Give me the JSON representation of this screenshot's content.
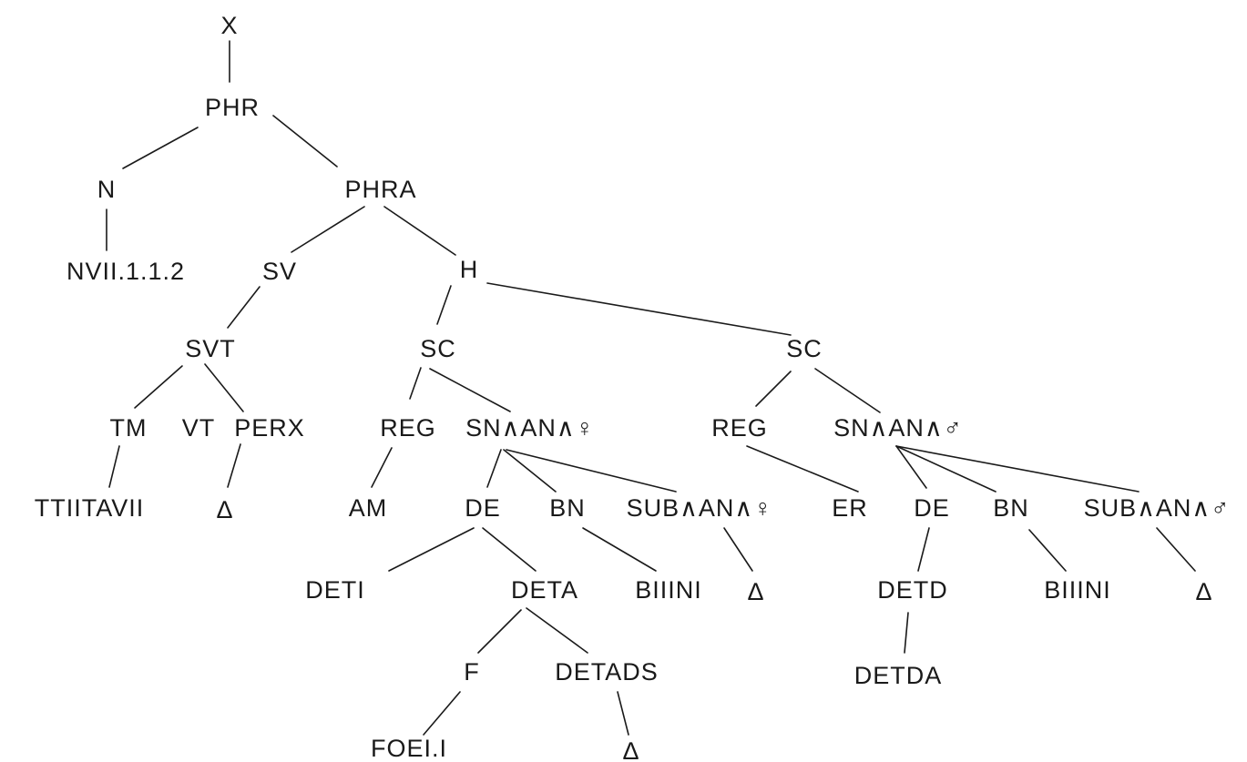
{
  "tree": {
    "x": "X",
    "phr": "PHR",
    "n": "N",
    "phra": "PHRA",
    "nvii": "NVII.1.1.2",
    "sv": "SV",
    "h": "H",
    "svt": "SVT",
    "sc_left": "SC",
    "sc_right": "SC",
    "tm": "TM",
    "vt": "VT",
    "perx": "PERX",
    "reg_left": "REG",
    "snan_female": "SN∧AN∧♀",
    "reg_right": "REG",
    "snan_male": "SN∧AN∧♂",
    "ttiitavii": "TTIITAVII",
    "delta_perx": "∆",
    "am": "AM",
    "de_left": "DE",
    "bn_left": "BN",
    "suban_female": "SUB∧AN∧♀",
    "er": "ER",
    "de_right": "DE",
    "bn_right": "BN",
    "suban_male": "SUB∧AN∧♂",
    "deti": "DETI",
    "deta": "DETA",
    "biiini_left": "BIIINI",
    "delta_suban_female": "∆",
    "detd": "DETD",
    "biiini_right": "BIIINI",
    "delta_suban_male": "∆",
    "f": "F",
    "detads": "DETADS",
    "detda": "DETDA",
    "foeil": "FOEI.I",
    "delta_detads": "∆"
  }
}
